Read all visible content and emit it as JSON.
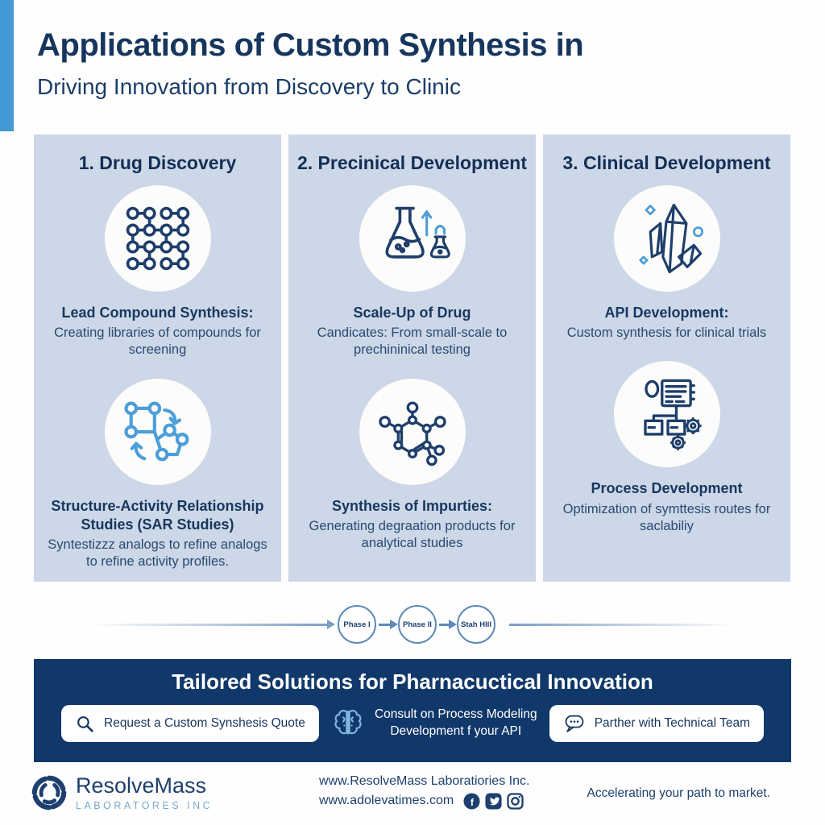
{
  "header": {
    "title": "Applications of Custom Synthesis in",
    "subtitle": "Driving Innovation from Discovery to Clinic"
  },
  "columns": [
    {
      "heading": "1. Drug Discovery",
      "items": [
        {
          "icon": "molecule-lattice-icon",
          "title": "Lead Compound Synthesis:",
          "description": "Creating libraries of compounds for screening"
        },
        {
          "icon": "sar-cycle-molecule-icon",
          "title": "Structure-Activity Relationship Studies (SAR Studies)",
          "description": "Syntestizzz analogs to refine analogs to refine activity profiles."
        }
      ]
    },
    {
      "heading": "2. Precinical Development",
      "items": [
        {
          "icon": "scale-up-flasks-icon",
          "title": "Scale-Up of Drug",
          "description": "Candicates: From small-scale to prechininical testing"
        },
        {
          "icon": "hexagon-molecule-icon",
          "title": "Synthesis of Impurties:",
          "description": "Generating degraation products for analytical studies"
        }
      ]
    },
    {
      "heading": "3. Clinical Development",
      "items": [
        {
          "icon": "crystal-icon",
          "title": "API Development:",
          "description": "Custom synthesis for clinical trials"
        },
        {
          "icon": "process-flowchart-gears-icon",
          "title": "Process Development",
          "description": "Optimization of symttesis routes for saclabiliy"
        }
      ]
    }
  ],
  "timeline": {
    "phases": [
      "Phase I",
      "Phase II",
      "Stah HIll"
    ]
  },
  "banner": {
    "title": "Tailored Solutions for Pharnacuctical Innovation",
    "buttons": [
      {
        "icon": "search-icon",
        "label": "Request a Custom Synshesis Quote"
      },
      {
        "icon": "brain-icon",
        "label": "Consult on Process Modeling\nDevelopment f your API"
      },
      {
        "icon": "chat-icon",
        "label": "Parther with Technical Team"
      }
    ]
  },
  "footer": {
    "brand": {
      "name": "ResolveMass",
      "subtitle": "LABORATORES INC"
    },
    "website_line1": "www.ResolveMass Laboratiories Inc.",
    "website_line2": "www.adolevatimes.com",
    "social": [
      "facebook-icon",
      "twitter-icon",
      "instagram-icon"
    ],
    "tagline": "Accelerating your path to market."
  },
  "colors": {
    "accent_blue": "#4399d3",
    "panel_bg": "#ccd7e7",
    "navy": "#16365e",
    "banner_bg": "#11386a",
    "icon_light_blue": "#4d9ed8"
  }
}
